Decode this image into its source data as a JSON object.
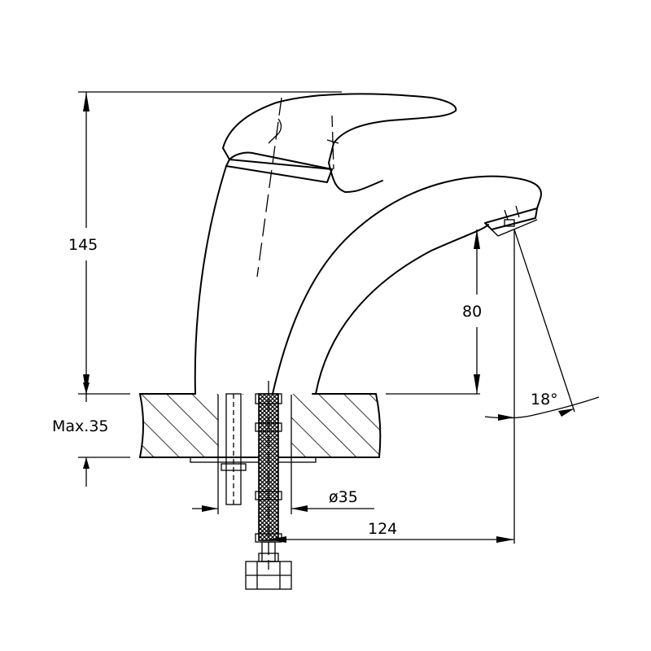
{
  "dimensions": {
    "height_total": "145",
    "spout_height": "80",
    "max_thickness": "Max.35",
    "hole_diameter": "ø35",
    "spout_reach": "124",
    "spout_angle": "18°"
  },
  "colors": {
    "line": "#000000",
    "background": "#ffffff"
  }
}
